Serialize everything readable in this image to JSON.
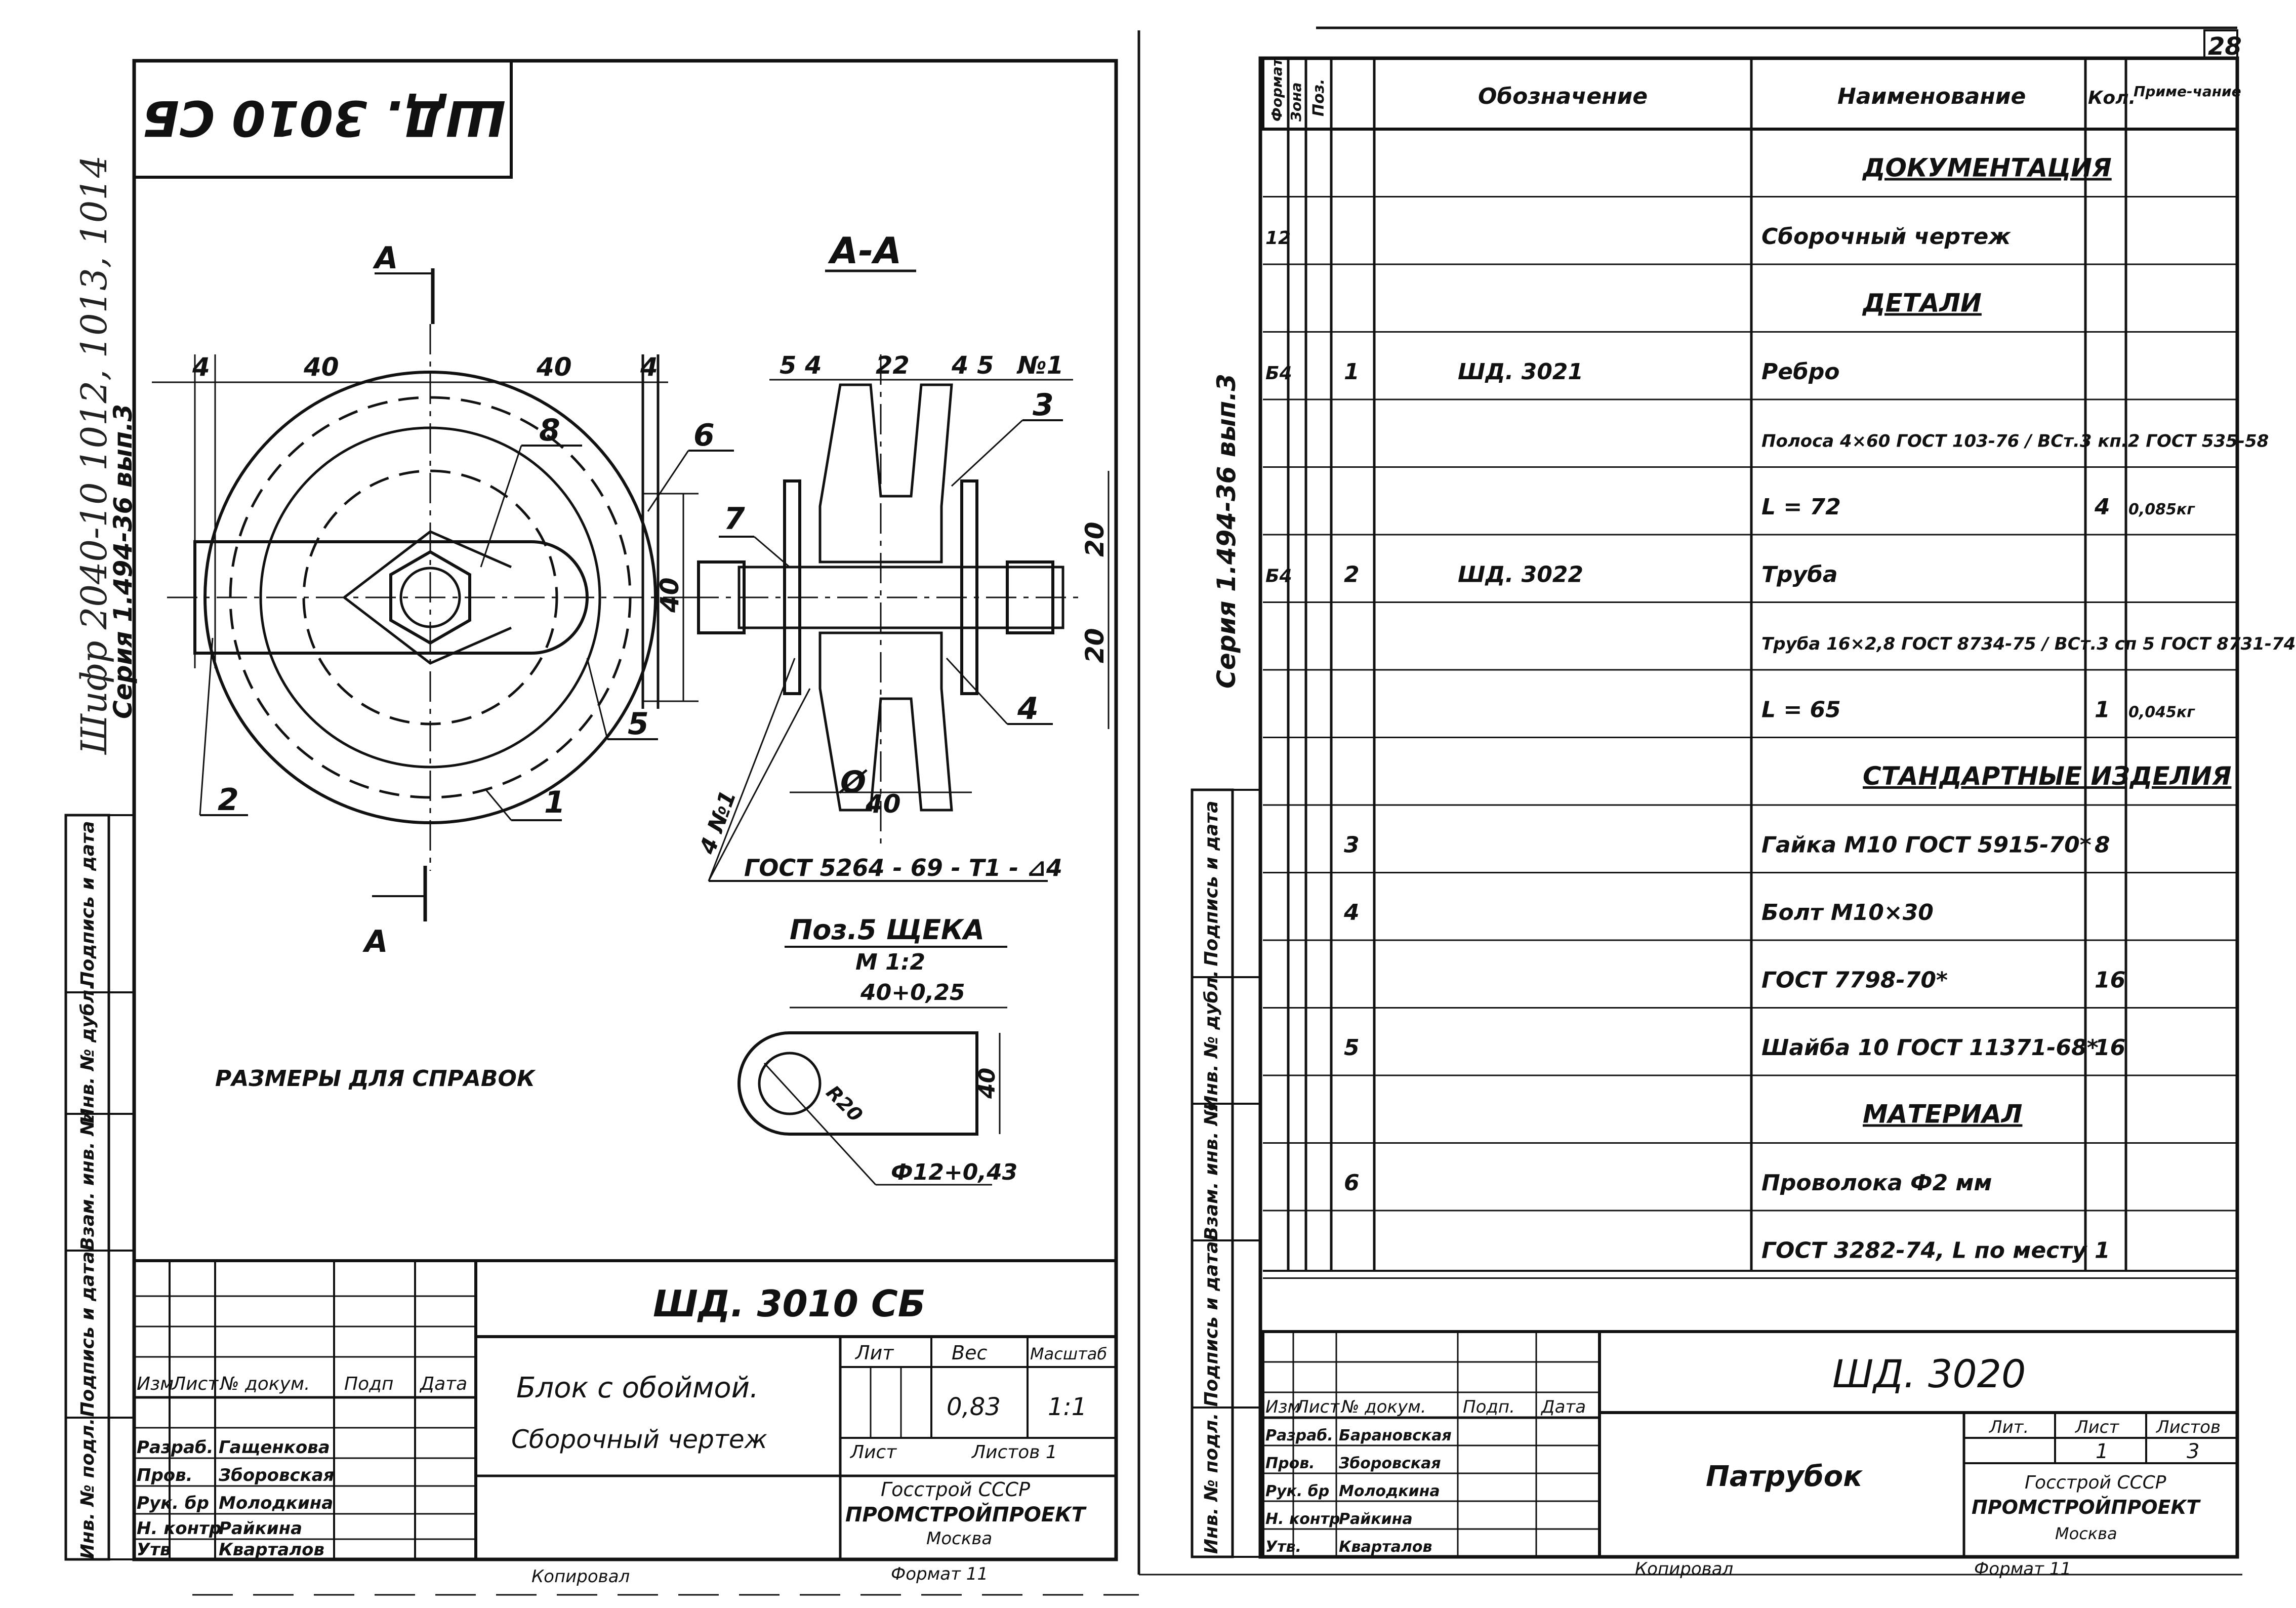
{
  "left_sheet": {
    "stamp_rotated": "ШД. 3010 СБ",
    "margin_handwritten": "Шифр 2040-10 1012, 1013, 1014",
    "margin_series": "Серия 1.494-36 вып.3",
    "section_marker": "А",
    "section_title": "А-А",
    "dim_4a": "4",
    "dim_40a": "40",
    "dim_40b": "40",
    "dim_4b": "4",
    "dim_40_vert": "40",
    "dim_54": "5 4",
    "dim_22": "22",
    "dim_45": "4 5",
    "dim_n1": "№1",
    "dim_20a": "20",
    "dim_20b": "20",
    "dim_40_bottom": "40",
    "dim_phi": "Ø",
    "pos": [
      "1",
      "2",
      "3",
      "4",
      "5",
      "6",
      "7",
      "8"
    ],
    "weld_note_left": "4 №1",
    "weld_gost": "ГОСТ 5264 - 69 - Т1 - ⊿4",
    "detail_title": "Поз.5  ЩЕКА",
    "detail_scale": "М 1:2",
    "detail_dim_width": "40+0,25",
    "detail_dim_height": "40",
    "detail_dim_radius": "R20",
    "detail_dim_hole": "Ф12+0,43",
    "note_refs": "РАЗМЕРЫ  ДЛЯ  СПРАВОК",
    "side_labels": [
      "Инв. № подл.",
      "Подпись и дата",
      "Взам. инв. №",
      "Инв. № дубл.",
      "Подпись и дата"
    ],
    "tb_designation": "ШД. 3010 СБ",
    "tb_name_line1": "Блок с обоймой.",
    "tb_name_line2": "Сборочный чертеж",
    "tb_hdr_lit": "Лит",
    "tb_hdr_mass": "Вес",
    "tb_hdr_scale": "Масштаб",
    "tb_mass": "0,83",
    "tb_scale": "1:1",
    "tb_sheet": "Лист",
    "tb_sheets": "Листов 1",
    "tb_org1": "Госстрой СССР",
    "tb_org2": "ПРОМСТРОЙПРОЕКТ",
    "tb_city": "Москва",
    "tb_cols": [
      "Изм",
      "Лист",
      "№ докум.",
      "Подп",
      "Дата"
    ],
    "tb_roles": [
      "Разраб.",
      "Пров.",
      "Рук. бр",
      "Н. контр",
      "Утв"
    ],
    "tb_people": [
      "Гащенкова",
      "Зборовская",
      "Молодкина",
      "Райкина",
      "Кварталов"
    ],
    "copied": "Копировал",
    "format": "Формат 11"
  },
  "right_sheet": {
    "page_number": "28",
    "margin_series": "Серия 1.494-36 вып.3",
    "headers": {
      "format": "Формат",
      "zone": "Зона",
      "pos": "Поз.",
      "designation": "Обозначение",
      "name": "Наименование",
      "qty": "Кол.",
      "note": "Приме-чание"
    },
    "rows": [
      {
        "format": "",
        "pos": "",
        "designation": "",
        "name": "ДОКУМЕНТАЦИЯ",
        "qty": "",
        "note": "",
        "section": true
      },
      {
        "format": "12",
        "pos": "",
        "designation": "",
        "name": "Сборочный  чертеж",
        "qty": "",
        "note": ""
      },
      {
        "format": "",
        "pos": "",
        "designation": "",
        "name": "ДЕТАЛИ",
        "qty": "",
        "note": "",
        "section": true
      },
      {
        "format": "Б4",
        "pos": "1",
        "designation": "ШД. 3021",
        "name": "Ребро",
        "qty": "",
        "note": ""
      },
      {
        "format": "",
        "pos": "",
        "designation": "",
        "name": "Полоса 4×60 ГОСТ 103-76 / ВСт.3 кп.2 ГОСТ 535-58",
        "qty": "",
        "note": ""
      },
      {
        "format": "",
        "pos": "",
        "designation": "",
        "name": "L = 72",
        "qty": "4",
        "note": "0,085кг"
      },
      {
        "format": "Б4",
        "pos": "2",
        "designation": "ШД. 3022",
        "name": "Труба",
        "qty": "",
        "note": ""
      },
      {
        "format": "",
        "pos": "",
        "designation": "",
        "name": "Труба 16×2,8 ГОСТ 8734-75 / ВСт.3 сп 5 ГОСТ 8731-74",
        "qty": "",
        "note": ""
      },
      {
        "format": "",
        "pos": "",
        "designation": "",
        "name": "L = 65",
        "qty": "1",
        "note": "0,045кг"
      },
      {
        "format": "",
        "pos": "",
        "designation": "",
        "name": "СТАНДАРТНЫЕ  ИЗДЕЛИЯ",
        "qty": "",
        "note": "",
        "section": true
      },
      {
        "format": "",
        "pos": "3",
        "designation": "",
        "name": "Гайка М10 ГОСТ 5915-70*",
        "qty": "8",
        "note": ""
      },
      {
        "format": "",
        "pos": "4",
        "designation": "",
        "name": "Болт  М10×30",
        "qty": "",
        "note": ""
      },
      {
        "format": "",
        "pos": "",
        "designation": "",
        "name": "ГОСТ 7798-70*",
        "qty": "16",
        "note": ""
      },
      {
        "format": "",
        "pos": "5",
        "designation": "",
        "name": "Шайба 10 ГОСТ 11371-68*",
        "qty": "16",
        "note": ""
      },
      {
        "format": "",
        "pos": "",
        "designation": "",
        "name": "МАТЕРИАЛ",
        "qty": "",
        "note": "",
        "section": true
      },
      {
        "format": "",
        "pos": "6",
        "designation": "",
        "name": "Проволока  Ф2 мм",
        "qty": "",
        "note": ""
      },
      {
        "format": "",
        "pos": "",
        "designation": "",
        "name": "ГОСТ 3282-74,  L по месту",
        "qty": "1",
        "note": ""
      }
    ],
    "side_labels": [
      "Инв. № подл.",
      "Подпись и дата",
      "Взам. инв. №",
      "Инв. № дубл.",
      "Подпись и дата"
    ],
    "tb_designation": "ШД. 3020",
    "tb_name": "Патрубок",
    "tb_lit": "Лит.",
    "tb_sheet": "Лист",
    "tb_sheets": "Листов",
    "tb_sheet_val": "1",
    "tb_sheets_val": "3",
    "tb_org1": "Госстрой СССР",
    "tb_org2": "ПРОМСТРОЙПРОЕКТ",
    "tb_city": "Москва",
    "tb_cols": [
      "Изм",
      "Лист",
      "№ докум.",
      "Подп.",
      "Дата"
    ],
    "tb_roles": [
      "Разраб.",
      "Пров.",
      "Рук. бр",
      "Н. контр",
      "Утв."
    ],
    "tb_people": [
      "Барановская",
      "Зборовская",
      "Молодкина",
      "Райкина",
      "Кварталов"
    ],
    "copied": "Копировал",
    "format": "Формат 11"
  }
}
